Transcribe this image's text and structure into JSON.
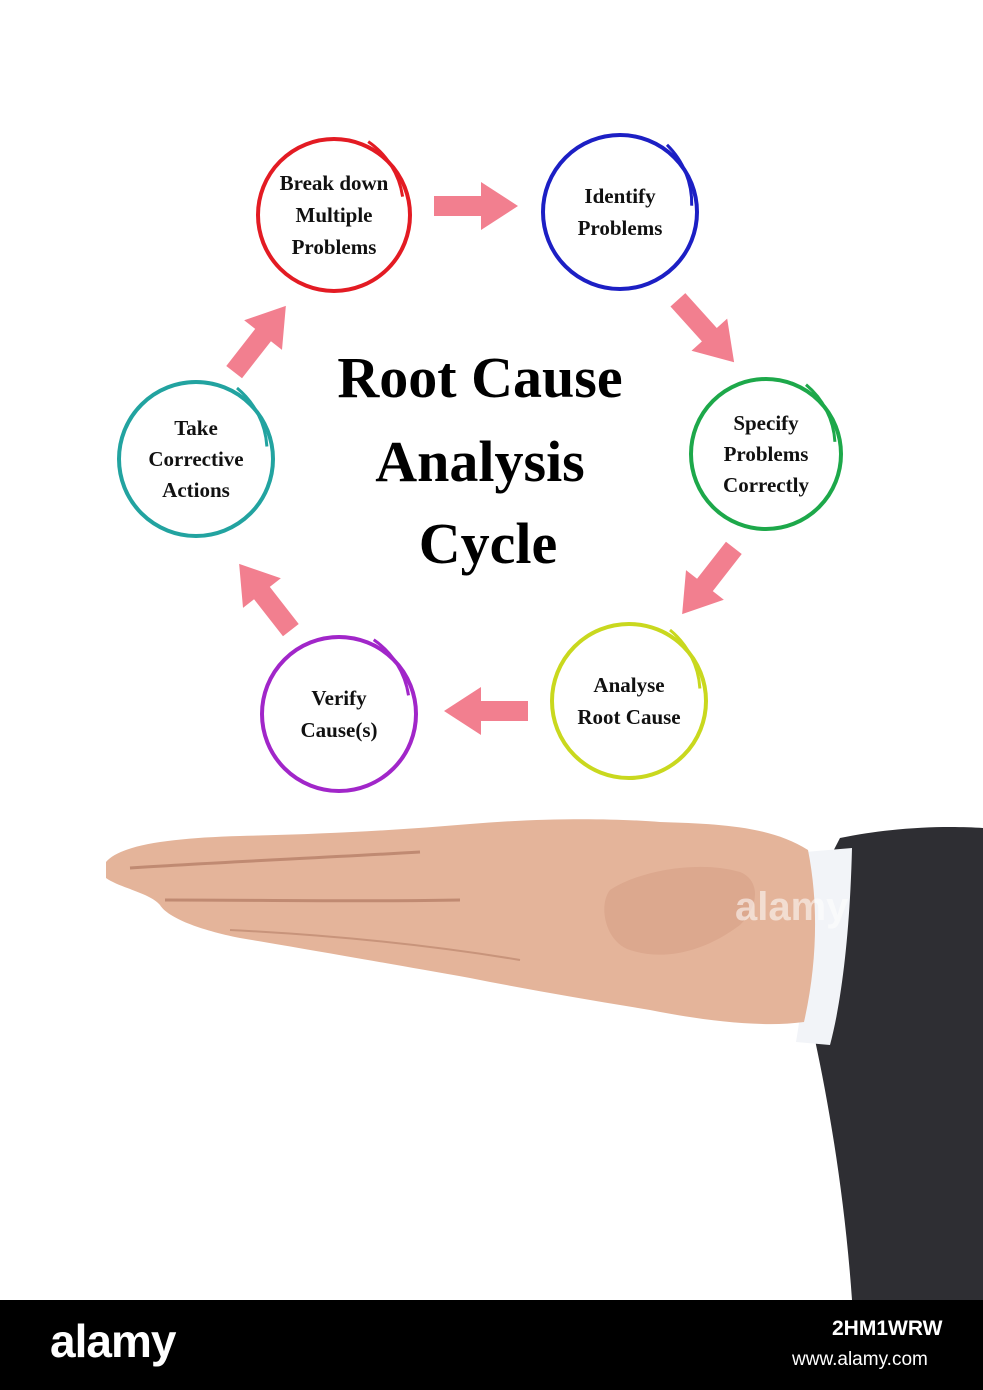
{
  "title": {
    "lines": [
      "Root Cause",
      "Analysis",
      "Cycle"
    ]
  },
  "nodes": [
    {
      "id": "break-down",
      "lines": [
        "Break down",
        "Multiple",
        "Problems"
      ],
      "color": "#e31b23"
    },
    {
      "id": "identify",
      "lines": [
        "Identify",
        "Problems"
      ],
      "color": "#1c1fc4"
    },
    {
      "id": "specify",
      "lines": [
        "Specify",
        "Problems",
        "Correctly"
      ],
      "color": "#1da84a"
    },
    {
      "id": "analyse",
      "lines": [
        "Analyse",
        "Root Cause"
      ],
      "color": "#c9d81e"
    },
    {
      "id": "verify",
      "lines": [
        "Verify",
        "Cause(s)"
      ],
      "color": "#a126c9"
    },
    {
      "id": "take-action",
      "lines": [
        "Take",
        "Corrective",
        "Actions"
      ],
      "color": "#22a3a0"
    }
  ],
  "arrow_color": "#f27f8f",
  "watermark": {
    "hand_text": "alamy"
  },
  "footer": {
    "logo": "alamy",
    "image_id": "2HM1WRW",
    "url": "www.alamy.com"
  }
}
